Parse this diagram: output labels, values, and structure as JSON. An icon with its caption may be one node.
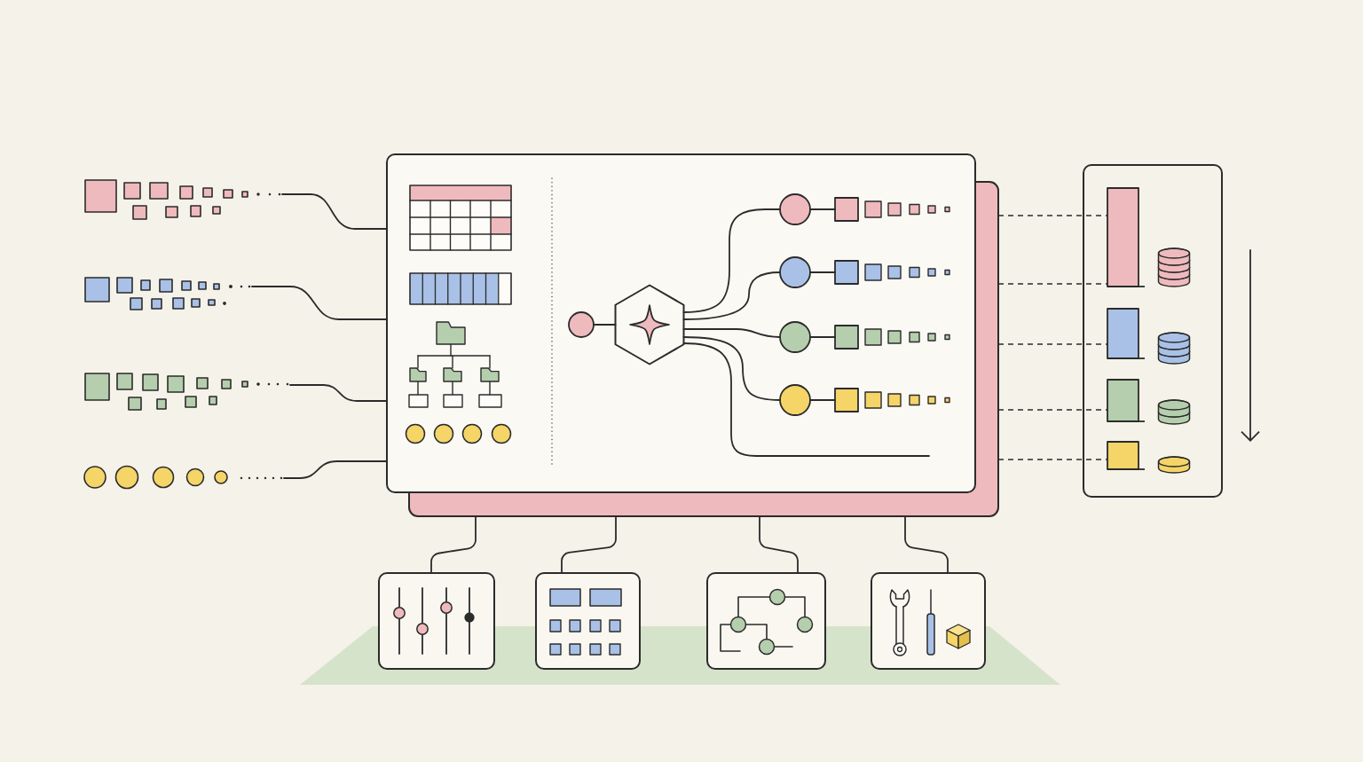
{
  "diagram": {
    "nodes": [
      {
        "text": [],
        "shape": "box"
      },
      {
        "text": [],
        "shape": "box"
      },
      {
        "text": [],
        "shape": "box"
      },
      {
        "text": [],
        "shape": "box"
      },
      {
        "text": [],
        "shape": "circle"
      },
      {
        "text": [],
        "shape": "circle",
        "in": 0
      },
      {
        "text": [],
        "shape": "hexagon",
        "in": 0
      },
      {
        "text": [],
        "shape": "circle",
        "in": 0
      },
      {
        "text": [],
        "shape": "circle",
        "in": 0
      },
      {
        "text": [],
        "shape": "circle",
        "in": 0
      },
      {
        "text": [],
        "shape": "circle",
        "in": 0
      },
      {
        "text": [],
        "shape": "box",
        "in": 0
      },
      {
        "text": [],
        "shape": "box",
        "in": 0
      },
      {
        "text": [],
        "shape": "box",
        "in": 0
      },
      {
        "text": [],
        "shape": "box",
        "in": 0
      },
      {
        "text": [],
        "shape": "box"
      },
      {
        "text": [],
        "shape": "bar",
        "in": 15
      },
      {
        "text": [],
        "shape": "bar",
        "in": 15
      },
      {
        "text": [],
        "shape": "bar",
        "in": 15
      },
      {
        "text": [],
        "shape": "bar",
        "in": 15
      },
      {
        "text": [],
        "shape": "box"
      },
      {
        "text": [],
        "shape": "box"
      },
      {
        "text": [],
        "shape": "box"
      },
      {
        "text": [],
        "shape": "box"
      }
    ],
    "edges": [
      {
        "from": 1,
        "to": 0,
        "arrow": "none"
      },
      {
        "from": 2,
        "to": 0,
        "arrow": "none"
      },
      {
        "from": 3,
        "to": 0,
        "arrow": "none"
      },
      {
        "from": 4,
        "to": 0,
        "arrow": "none"
      },
      {
        "from": 5,
        "to": 6,
        "arrow": "none"
      },
      {
        "from": 6,
        "to": 7,
        "arrow": "none"
      },
      {
        "from": 6,
        "to": 8,
        "arrow": "none"
      },
      {
        "from": 6,
        "to": 9,
        "arrow": "none"
      },
      {
        "from": 6,
        "to": 10,
        "arrow": "none"
      },
      {
        "from": 6,
        "to": null,
        "arrow": "none"
      },
      {
        "from": 7,
        "to": 11,
        "arrow": "none"
      },
      {
        "from": 8,
        "to": 12,
        "arrow": "none"
      },
      {
        "from": 9,
        "to": 13,
        "arrow": "none"
      },
      {
        "from": 10,
        "to": 14,
        "arrow": "none"
      },
      {
        "from": 0,
        "to": 16,
        "arrow": "none",
        "style": "dashed"
      },
      {
        "from": 0,
        "to": 16,
        "arrow": "none",
        "style": "dashed"
      },
      {
        "from": 0,
        "to": 17,
        "arrow": "none",
        "style": "dashed"
      },
      {
        "from": 0,
        "to": 18,
        "arrow": "none",
        "style": "dashed"
      },
      {
        "from": 0,
        "to": 19,
        "arrow": "none",
        "style": "dashed"
      },
      {
        "from": 0,
        "to": 20,
        "arrow": "none"
      },
      {
        "from": 0,
        "to": 21,
        "arrow": "none"
      },
      {
        "from": 0,
        "to": 22,
        "arrow": "none"
      },
      {
        "from": 0,
        "to": 23,
        "arrow": "none"
      }
    ]
  }
}
